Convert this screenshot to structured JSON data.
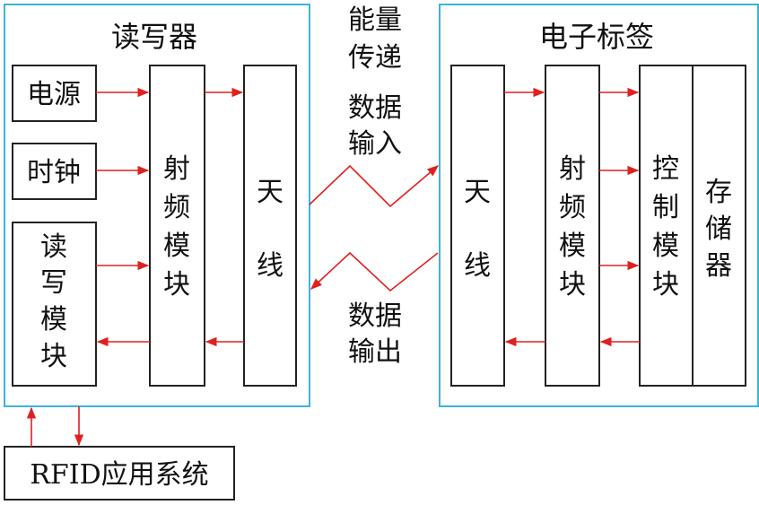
{
  "reader": {
    "title": "读写器",
    "power": "电源",
    "clock": "时钟",
    "rw_module": [
      "读",
      "写",
      "模",
      "块"
    ],
    "rf_module": [
      "射",
      "频",
      "模",
      "块"
    ],
    "antenna": [
      "天",
      "线"
    ]
  },
  "tag": {
    "title": "电子标签",
    "antenna": [
      "天",
      "线"
    ],
    "rf_module": [
      "射",
      "频",
      "模",
      "块"
    ],
    "control_module": [
      "控",
      "制",
      "模",
      "块"
    ],
    "memory": [
      "存",
      "储",
      "器"
    ]
  },
  "link": {
    "energy": [
      "能量",
      "传递"
    ],
    "data_in": [
      "数据",
      "输入"
    ],
    "data_out": [
      "数据",
      "输出"
    ]
  },
  "app_system": "RFID应用系统",
  "colors": {
    "frame": "#3bb5d8",
    "arrow": "#e02020",
    "box": "#222222"
  }
}
